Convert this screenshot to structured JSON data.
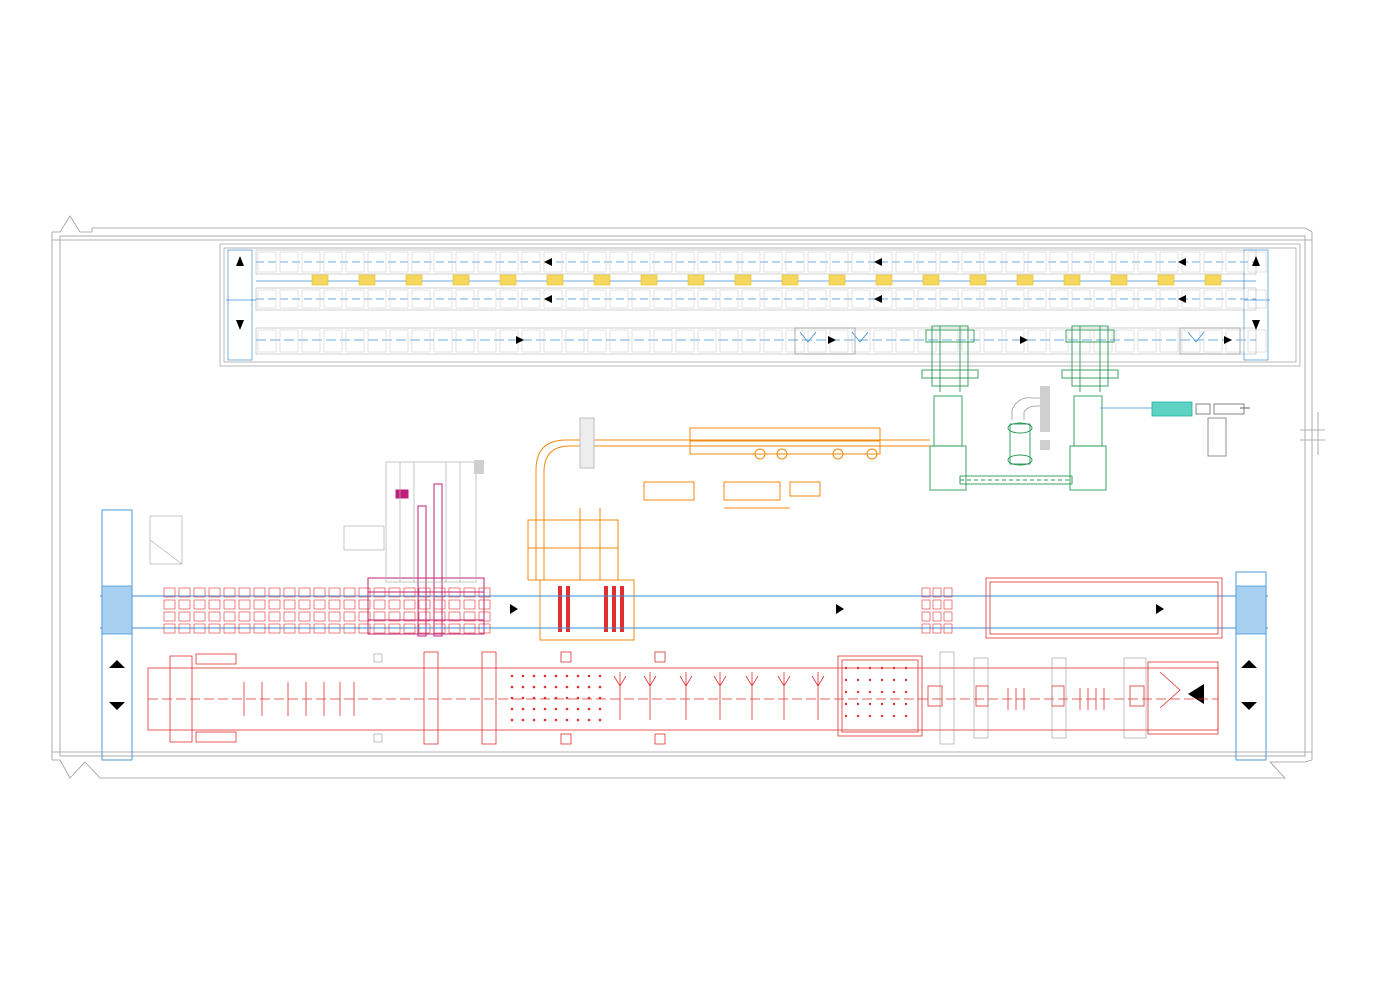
{
  "drawing": {
    "kind": "factory-layout-plan",
    "colors": {
      "outline": "#9a9a9a",
      "conveyor": "#3a8fd6",
      "product": "#e8c020",
      "main_line": "#e03030",
      "palletizer": "#c0207a",
      "transfer": "#f08a10",
      "robot": "#2a9a55",
      "feeder": "#20b0a0",
      "storage": "#bdbdbd",
      "arrow": "#000000"
    },
    "zones": [
      {
        "id": "drying-storage",
        "color_key": "storage"
      },
      {
        "id": "main-production-line",
        "color_key": "main_line"
      },
      {
        "id": "palletizer",
        "color_key": "palletizer"
      },
      {
        "id": "transfer-system",
        "color_key": "transfer"
      },
      {
        "id": "robot-handling",
        "color_key": "robot"
      },
      {
        "id": "feeder",
        "color_key": "feeder"
      }
    ],
    "icons": [
      "flow-arrow-icon",
      "chevron-icon"
    ]
  }
}
